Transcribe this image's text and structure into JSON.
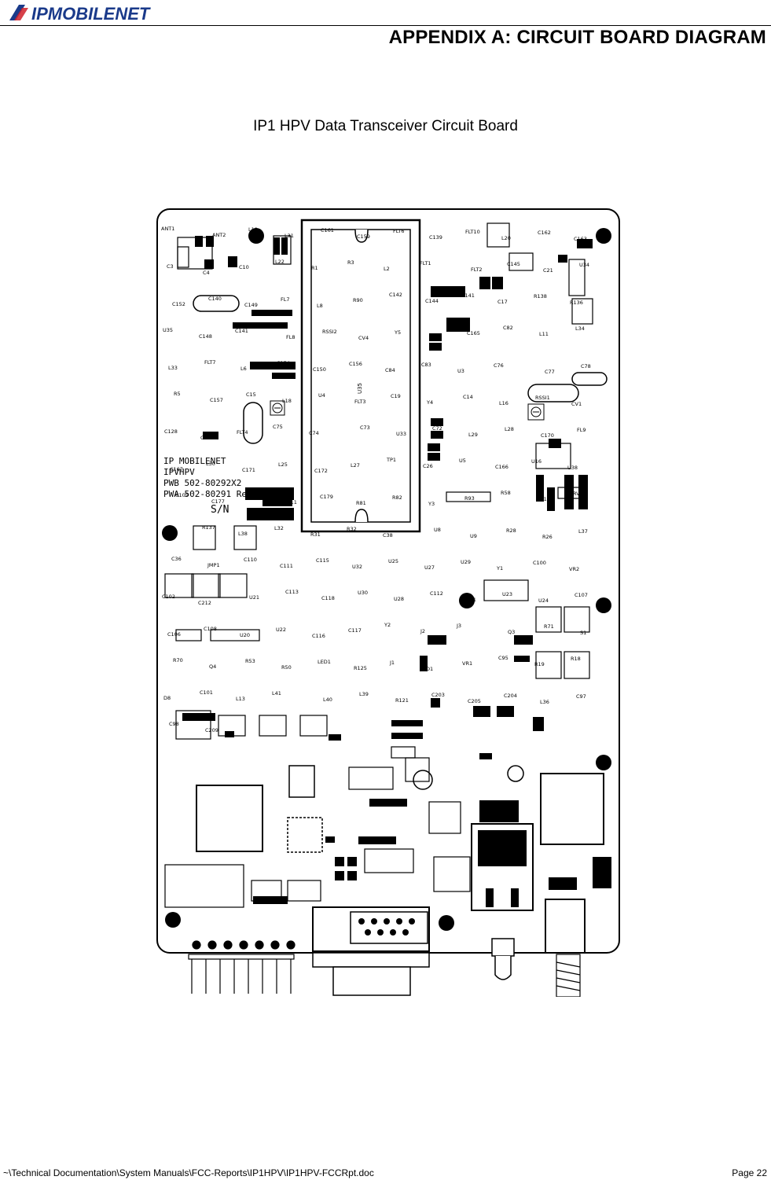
{
  "header": {
    "logo_text": "IPMOBILENET",
    "title": "APPENDIX A:  CIRCUIT BOARD DIAGRAM"
  },
  "caption": "IP1 HPV Data Transceiver Circuit Board",
  "board": {
    "silkscreen_block": [
      "IP MOBILENET",
      "IPVHPV",
      "PWB 502-80292X2",
      "PWA 502-80291 Rev"
    ],
    "serial_label": "S/N",
    "component_labels": [
      "ANT1",
      "ANT2",
      "L19",
      "L31",
      "C161",
      "C159",
      "FLT6",
      "C139",
      "FLT10",
      "L20",
      "C162",
      "C163",
      "C3",
      "C4",
      "C10",
      "L22",
      "R1",
      "R3",
      "L2",
      "FLT1",
      "FLT2",
      "C145",
      "C21",
      "U34",
      "C152",
      "C140",
      "C149",
      "FL7",
      "L8",
      "R90",
      "C142",
      "C144",
      "C141",
      "C17",
      "R138",
      "R136",
      "U35",
      "C148",
      "C141",
      "FL8",
      "RSSI2",
      "CV4",
      "Y5",
      "C87",
      "C165",
      "C82",
      "L11",
      "L34",
      "L33",
      "FLT7",
      "L6",
      "C154",
      "C150",
      "C156",
      "C84",
      "C83",
      "U3",
      "C76",
      "C77",
      "C78",
      "R5",
      "C157",
      "C15",
      "L18",
      "U4",
      "FLT3",
      "C19",
      "Y4",
      "C14",
      "L16",
      "RSSI1",
      "CV1",
      "C128",
      "C127",
      "FLT4",
      "C75",
      "C74",
      "C73",
      "U33",
      "C72",
      "L29",
      "L28",
      "C170",
      "FL9",
      "C167",
      "L30",
      "C171",
      "L25",
      "C172",
      "L27",
      "TP1",
      "C26",
      "U5",
      "C166",
      "U16",
      "U38",
      "C109",
      "C177",
      "C176",
      "C211",
      "C179",
      "R81",
      "R82",
      "Y3",
      "R93",
      "R58",
      "RV1",
      "RV2",
      "R33",
      "R137",
      "L38",
      "L32",
      "R31",
      "R32",
      "C38",
      "U8",
      "U9",
      "R28",
      "R26",
      "L37",
      "C36",
      "JMP1",
      "C110",
      "C111",
      "C115",
      "U32",
      "U25",
      "U27",
      "U29",
      "Y1",
      "C100",
      "VR2",
      "C102",
      "C212",
      "U21",
      "C113",
      "C118",
      "U30",
      "U28",
      "C112",
      "U31",
      "U23",
      "U24",
      "C107",
      "C106",
      "C108",
      "U20",
      "U22",
      "C116",
      "C117",
      "Y2",
      "J2",
      "J3",
      "Q3",
      "R71",
      "S1",
      "R70",
      "Q4",
      "R53",
      "R50",
      "LED1",
      "R125",
      "J1",
      "D1",
      "VR1",
      "C95",
      "R19",
      "R18",
      "D8",
      "C101",
      "L13",
      "L41",
      "L40",
      "L39",
      "R121",
      "C203",
      "C205",
      "C204",
      "L36",
      "C97",
      "C98",
      "C209"
    ]
  },
  "footer": {
    "path": "~\\Technical Documentation\\System Manuals\\FCC-Reports\\IP1HPV\\IP1HPV-FCCRpt.doc",
    "page": "Page 22"
  }
}
